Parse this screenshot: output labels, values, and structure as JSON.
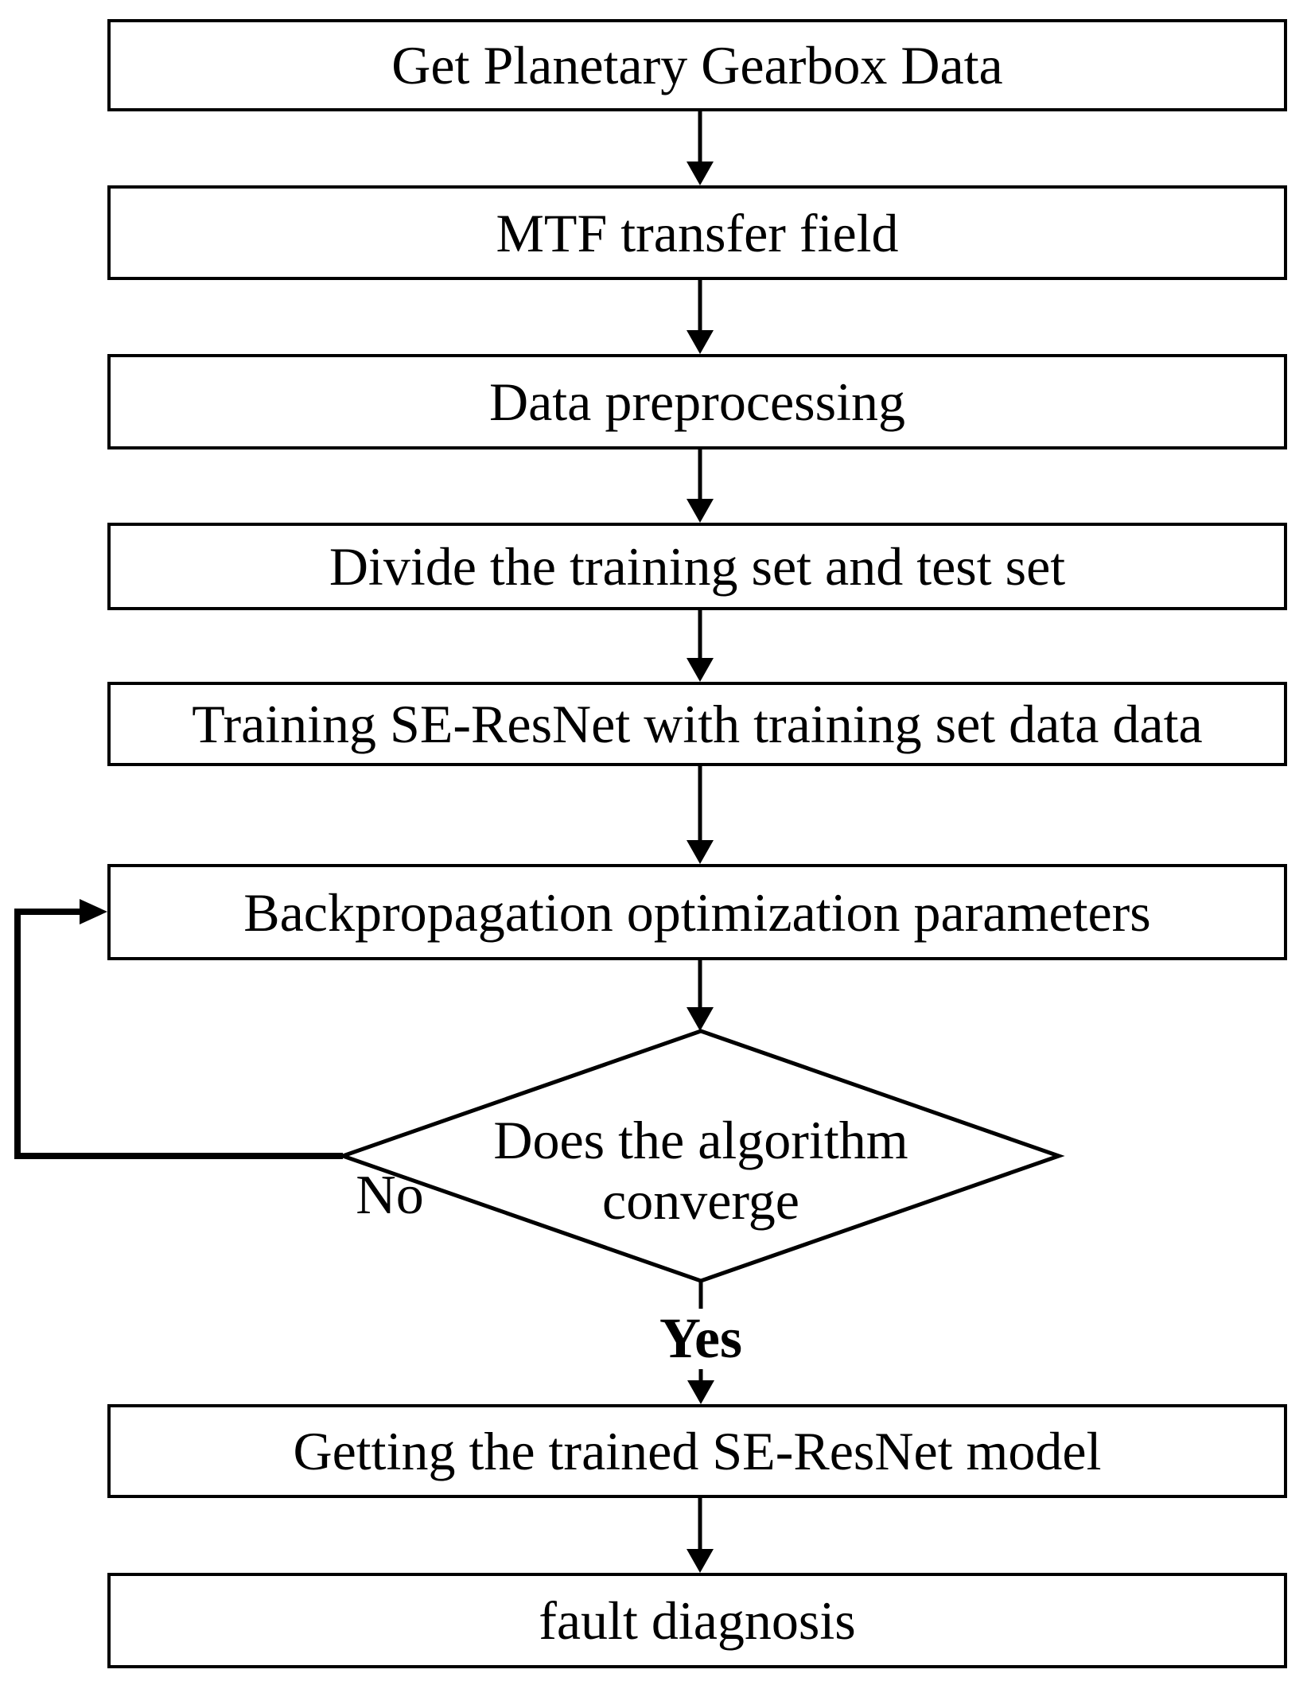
{
  "diagram": {
    "title_implicit": "SE-ResNet fault diagnosis flowchart",
    "boxes": [
      {
        "label": "Get Planetary Gearbox Data"
      },
      {
        "label": "MTF transfer field"
      },
      {
        "label": "Data preprocessing"
      },
      {
        "label": "Divide the training set and test set"
      },
      {
        "label": "Training SE-ResNet with training set data data"
      },
      {
        "label": "Backpropagation optimization parameters"
      },
      {
        "label": "Getting the trained SE-ResNet model"
      },
      {
        "label": "fault diagnosis"
      }
    ],
    "decision": {
      "line1": "Does the algorithm",
      "line2": "converge"
    },
    "edge_labels": {
      "no": "No",
      "yes": "Yes"
    },
    "colors": {
      "stroke": "#000000",
      "background": "#ffffff",
      "text": "#000000"
    }
  }
}
